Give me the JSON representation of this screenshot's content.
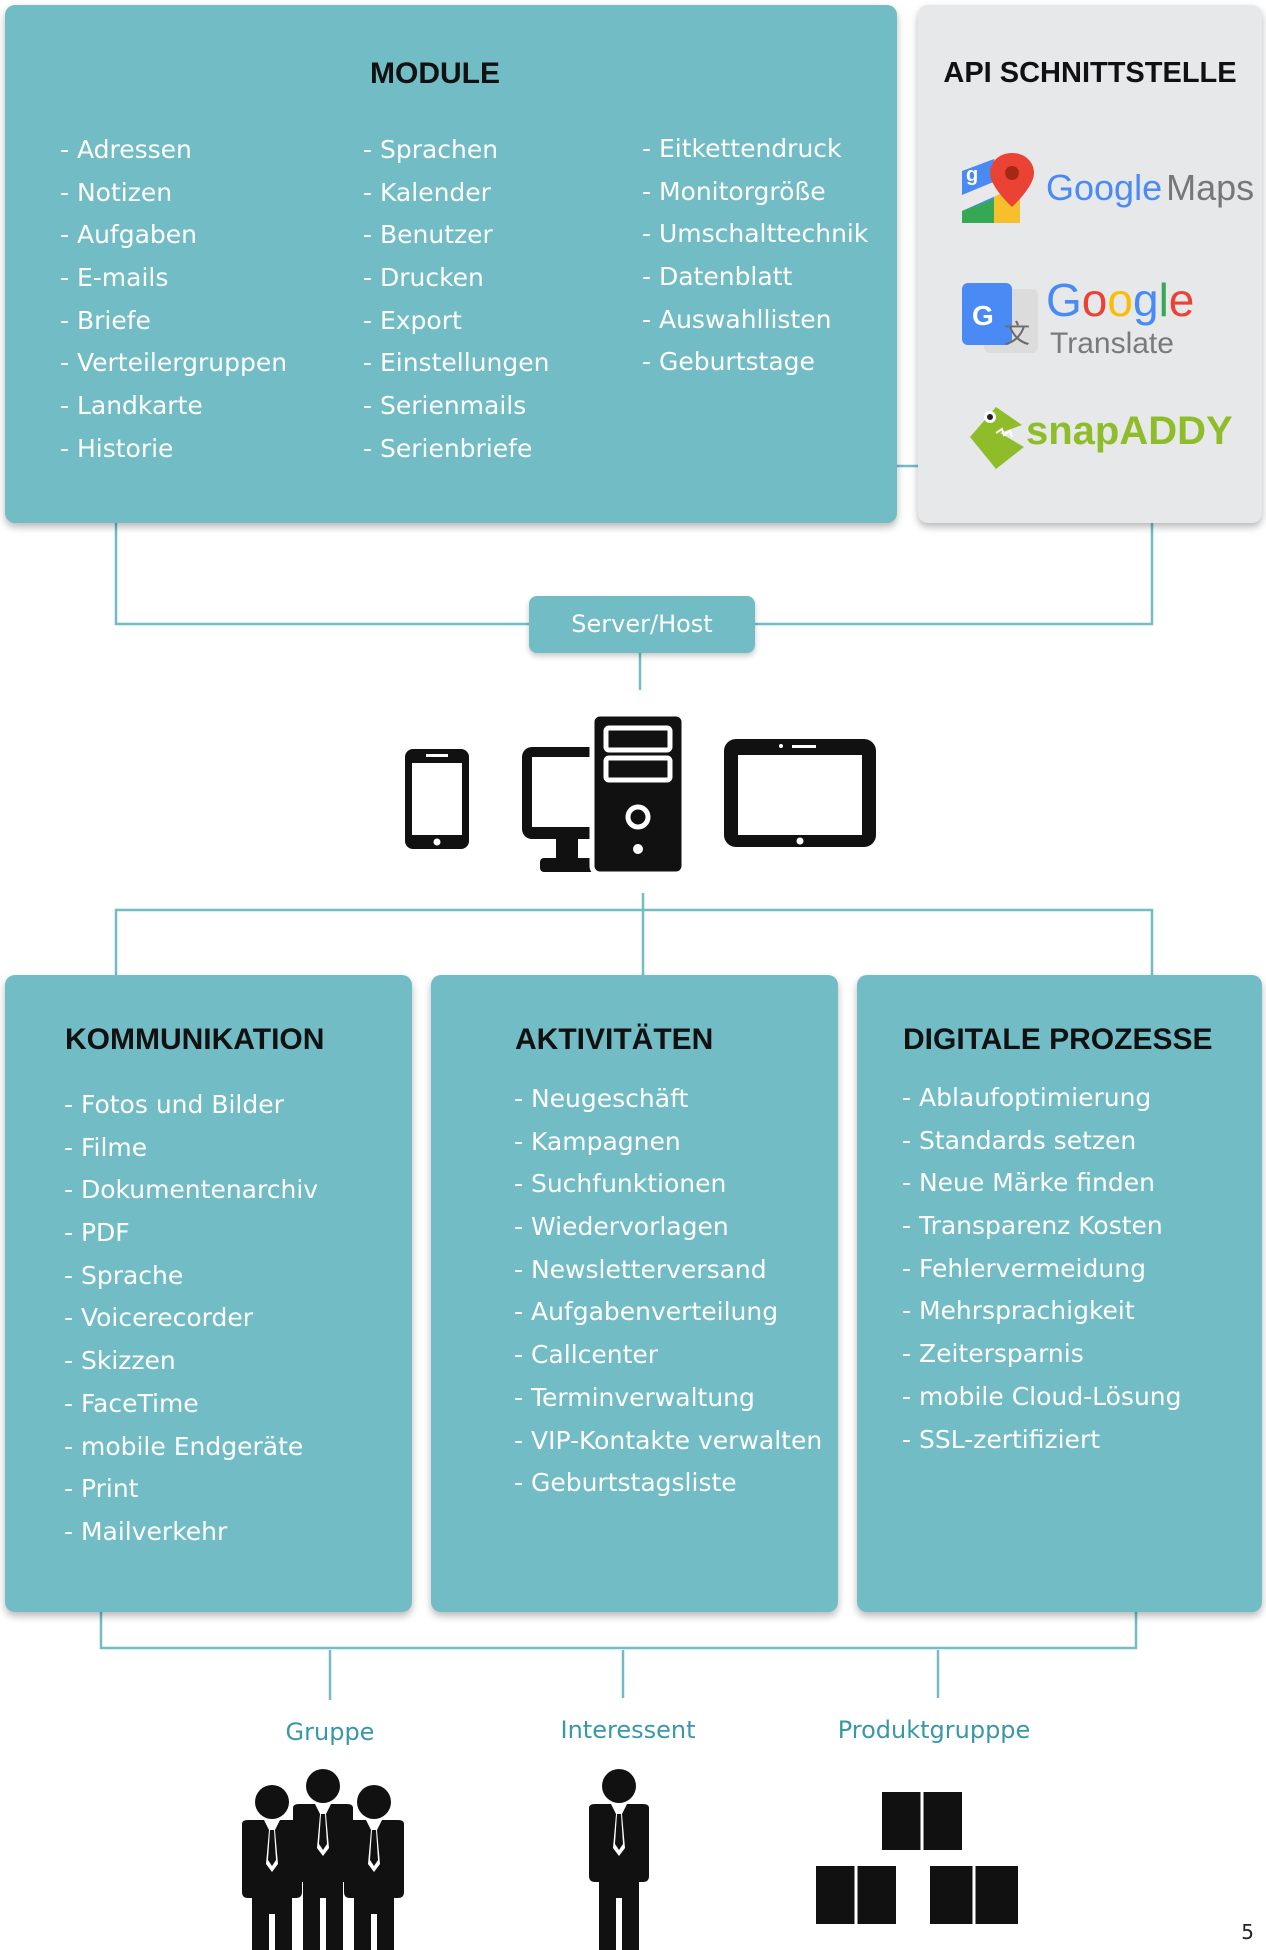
{
  "module": {
    "title": "MODULE",
    "col1": [
      "Adressen",
      "Notizen",
      "Aufgaben",
      "E-mails",
      "Briefe",
      "Verteilergruppen",
      "Landkarte",
      "Historie"
    ],
    "col2": [
      "Sprachen",
      "Kalender",
      "Benutzer",
      "Drucken",
      "Export",
      "Einstellungen",
      "Serienmails",
      "Serienbriefe"
    ],
    "col3": [
      "Eitkettendruck",
      "Monitorgröße",
      "Umschalttechnik",
      "Datenblatt",
      "Auswahllisten",
      "Geburtstage"
    ]
  },
  "api": {
    "title": "API SCHNITTSTELLE",
    "google_maps": {
      "google": "Google",
      "maps": "Maps"
    },
    "google_translate": {
      "google": "Google",
      "translate": "Translate"
    },
    "snapaddy": {
      "snap": "snap",
      "addy": "ADDY"
    }
  },
  "server": {
    "label": "Server/Host"
  },
  "kommunikation": {
    "title": "KOMMUNIKATION",
    "items": [
      "Fotos und Bilder",
      "Filme",
      "Dokumentenarchiv",
      "PDF",
      "Sprache",
      "Voicerecorder",
      "Skizzen",
      "FaceTime",
      "mobile Endgeräte",
      "Print",
      "Mailverkehr"
    ]
  },
  "aktivitaeten": {
    "title": "AKTIVITÄTEN",
    "items": [
      "Neugeschäft",
      "Kampagnen",
      "Suchfunktionen",
      "Wiedervorlagen",
      "Newsletterversand",
      "Aufgabenverteilung",
      "Callcenter",
      "Terminverwaltung",
      "VIP-Kontakte verwalten",
      "Geburtstagsliste"
    ]
  },
  "prozesse": {
    "title": "DIGITALE PROZESSE",
    "items": [
      "Ablaufoptimierung",
      "Standards setzen",
      "Neue Märke finden",
      "Transparenz Kosten",
      "Fehlervermeidung",
      "Mehrsprachigkeit",
      "Zeitersparnis",
      "mobile Cloud-Lösung",
      "SSL-zertifiziert"
    ]
  },
  "targets": {
    "gruppe": "Gruppe",
    "interessent": "Interessent",
    "produktgruppe": "Produktgrupppe"
  },
  "page_number": "5",
  "colors": {
    "panel": "#72bcc6",
    "connector": "#72bcc6",
    "api_panel": "#e7e8ea",
    "label_teal": "#3a97a8"
  }
}
